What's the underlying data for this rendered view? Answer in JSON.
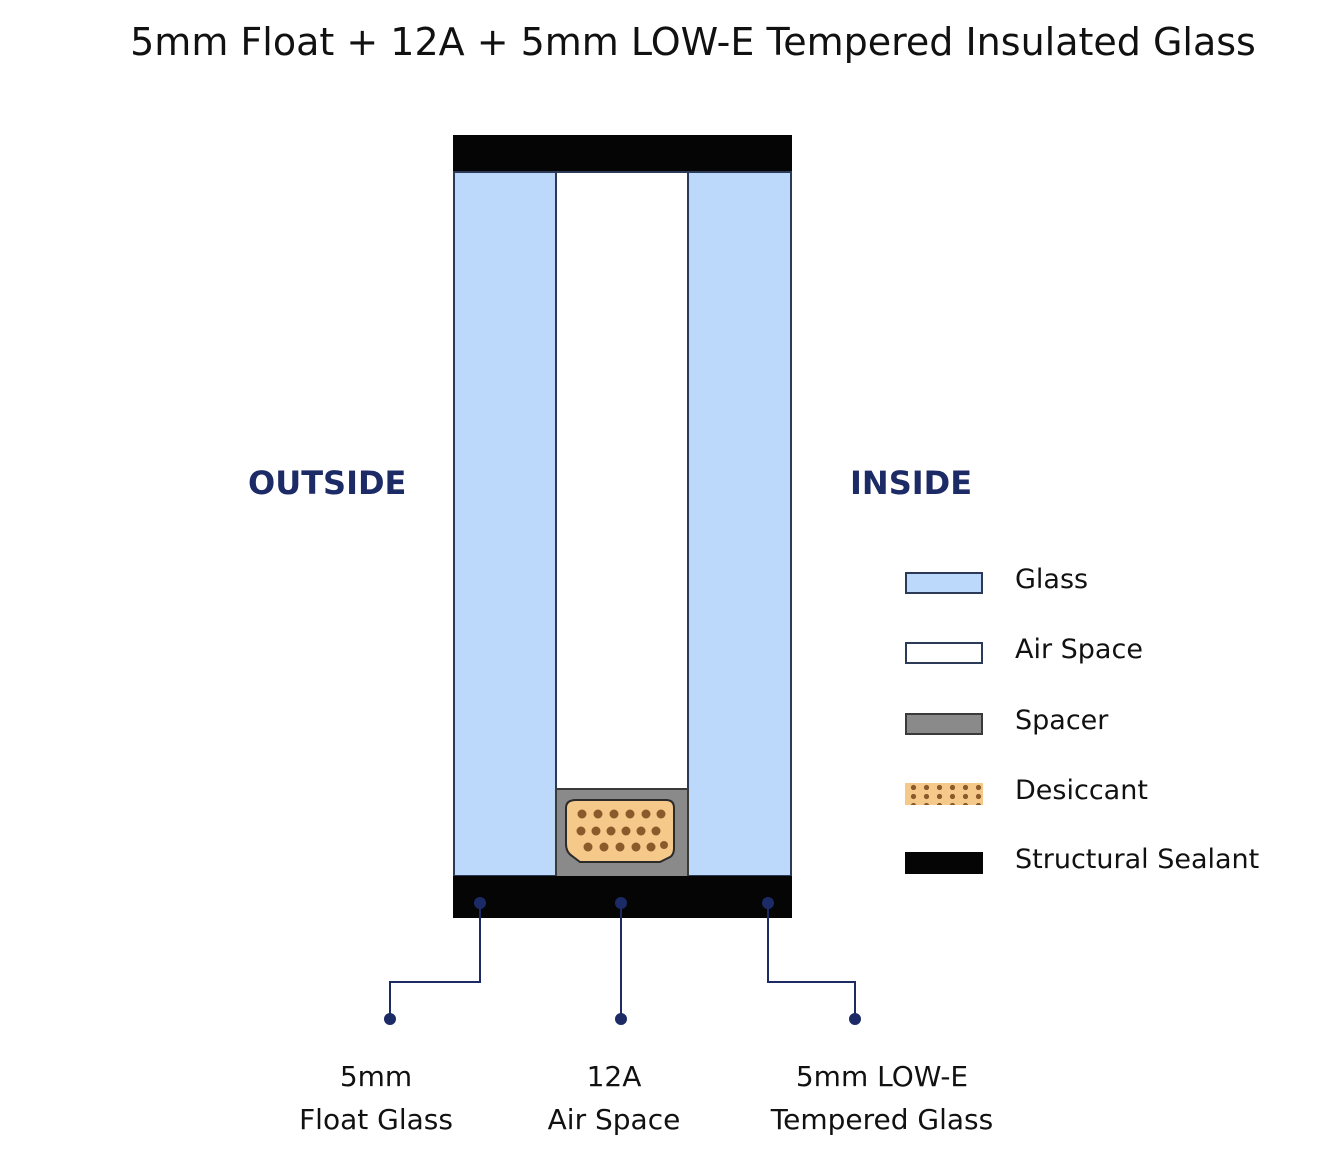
{
  "title": "5mm Float + 12A + 5mm LOW-E Tempered Insulated Glass",
  "sides": {
    "outside": "OUTSIDE",
    "inside": "INSIDE"
  },
  "legend": [
    {
      "key": "glass",
      "label": "Glass",
      "color": "#bcd8fb"
    },
    {
      "key": "air",
      "label": "Air Space",
      "color": "#ffffff"
    },
    {
      "key": "spacer",
      "label": "Spacer",
      "color": "#8a8a8a"
    },
    {
      "key": "desiccant",
      "label": "Desiccant",
      "color": "#f5c989"
    },
    {
      "key": "sealant",
      "label": "Structural Sealant",
      "color": "#050505"
    }
  ],
  "callouts": [
    {
      "line1": "5mm",
      "line2": "Float Glass"
    },
    {
      "line1": "12A",
      "line2": "Air Space"
    },
    {
      "line1": "5mm LOW-E",
      "line2": "Tempered Glass"
    }
  ],
  "colors": {
    "glass": "#bcd8fb",
    "air": "#ffffff",
    "spacer": "#8a8a8a",
    "desiccant": "#f5c989",
    "desiccant_dot": "#8a5a2b",
    "sealant": "#050505",
    "leader": "#1c2a66",
    "label_accent": "#1c2a66"
  }
}
